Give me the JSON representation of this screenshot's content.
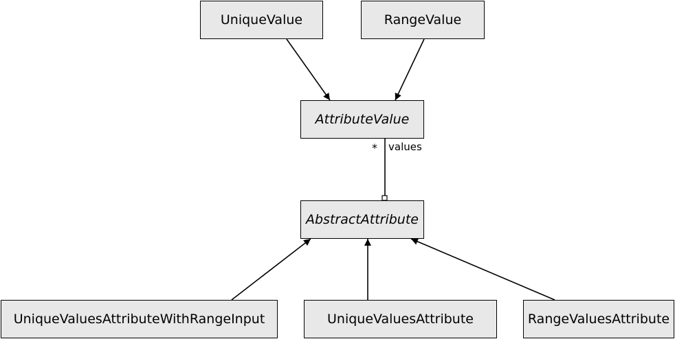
{
  "classes": {
    "unique_value": "UniqueValue",
    "range_value": "RangeValue",
    "attribute_value": "AttributeValue",
    "abstract_attribute": "AbstractAttribute",
    "unique_values_attribute_with_range_input": "UniqueValuesAttributeWithRangeInput",
    "unique_values_attribute": "UniqueValuesAttribute",
    "range_values_attribute": "RangeValuesAttribute"
  },
  "association": {
    "multiplicity": "*",
    "role": "values"
  },
  "colors": {
    "box_fill": "#e8e8e8",
    "stroke": "#000000"
  }
}
